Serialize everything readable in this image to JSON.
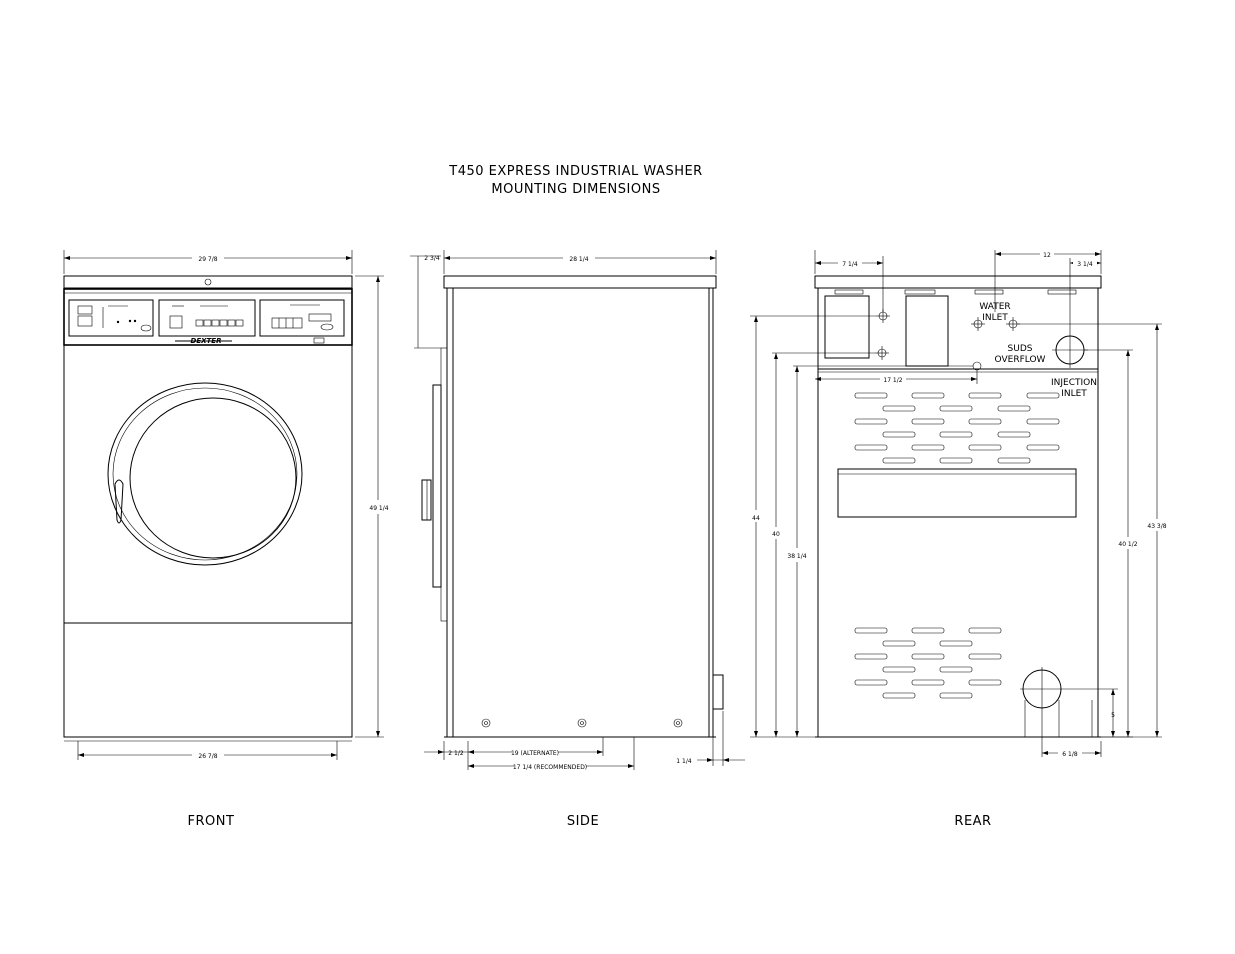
{
  "title": {
    "line1": "T450 EXPRESS INDUSTRIAL WASHER",
    "line2": "MOUNTING DIMENSIONS"
  },
  "views": {
    "front": "FRONT",
    "side": "SIDE",
    "rear": "REAR"
  },
  "front": {
    "brand": "DEXTER",
    "dims": {
      "overall_width": "29 7/8",
      "overall_height": "49 1/4",
      "base_width": "26 7/8"
    }
  },
  "side": {
    "dims": {
      "top_offset": "2 3/4",
      "overall_depth": "28 1/4",
      "front_offset": "2 1/2",
      "alternate": "19 (ALTERNATE)",
      "recommended": "17 1/4 (RECOMMENDED)",
      "rear_offset": "1 1/4"
    }
  },
  "rear": {
    "labels": {
      "water_inlet_1": "WATER",
      "water_inlet_2": "INLET",
      "suds_overflow_1": "SUDS",
      "suds_overflow_2": "OVERFLOW",
      "injection_inlet_1": "INJECTION",
      "injection_inlet_2": "INLET"
    },
    "dims": {
      "left_top": "7 1/4",
      "top_span": "12",
      "right_top": "3 1/4",
      "inner_width": "17 1/2",
      "h1": "44",
      "h2": "40",
      "h3": "38 1/4",
      "h4": "40 1/2",
      "h5": "43 3/8",
      "drain_height": "5",
      "drain_offset": "6 1/8"
    }
  }
}
